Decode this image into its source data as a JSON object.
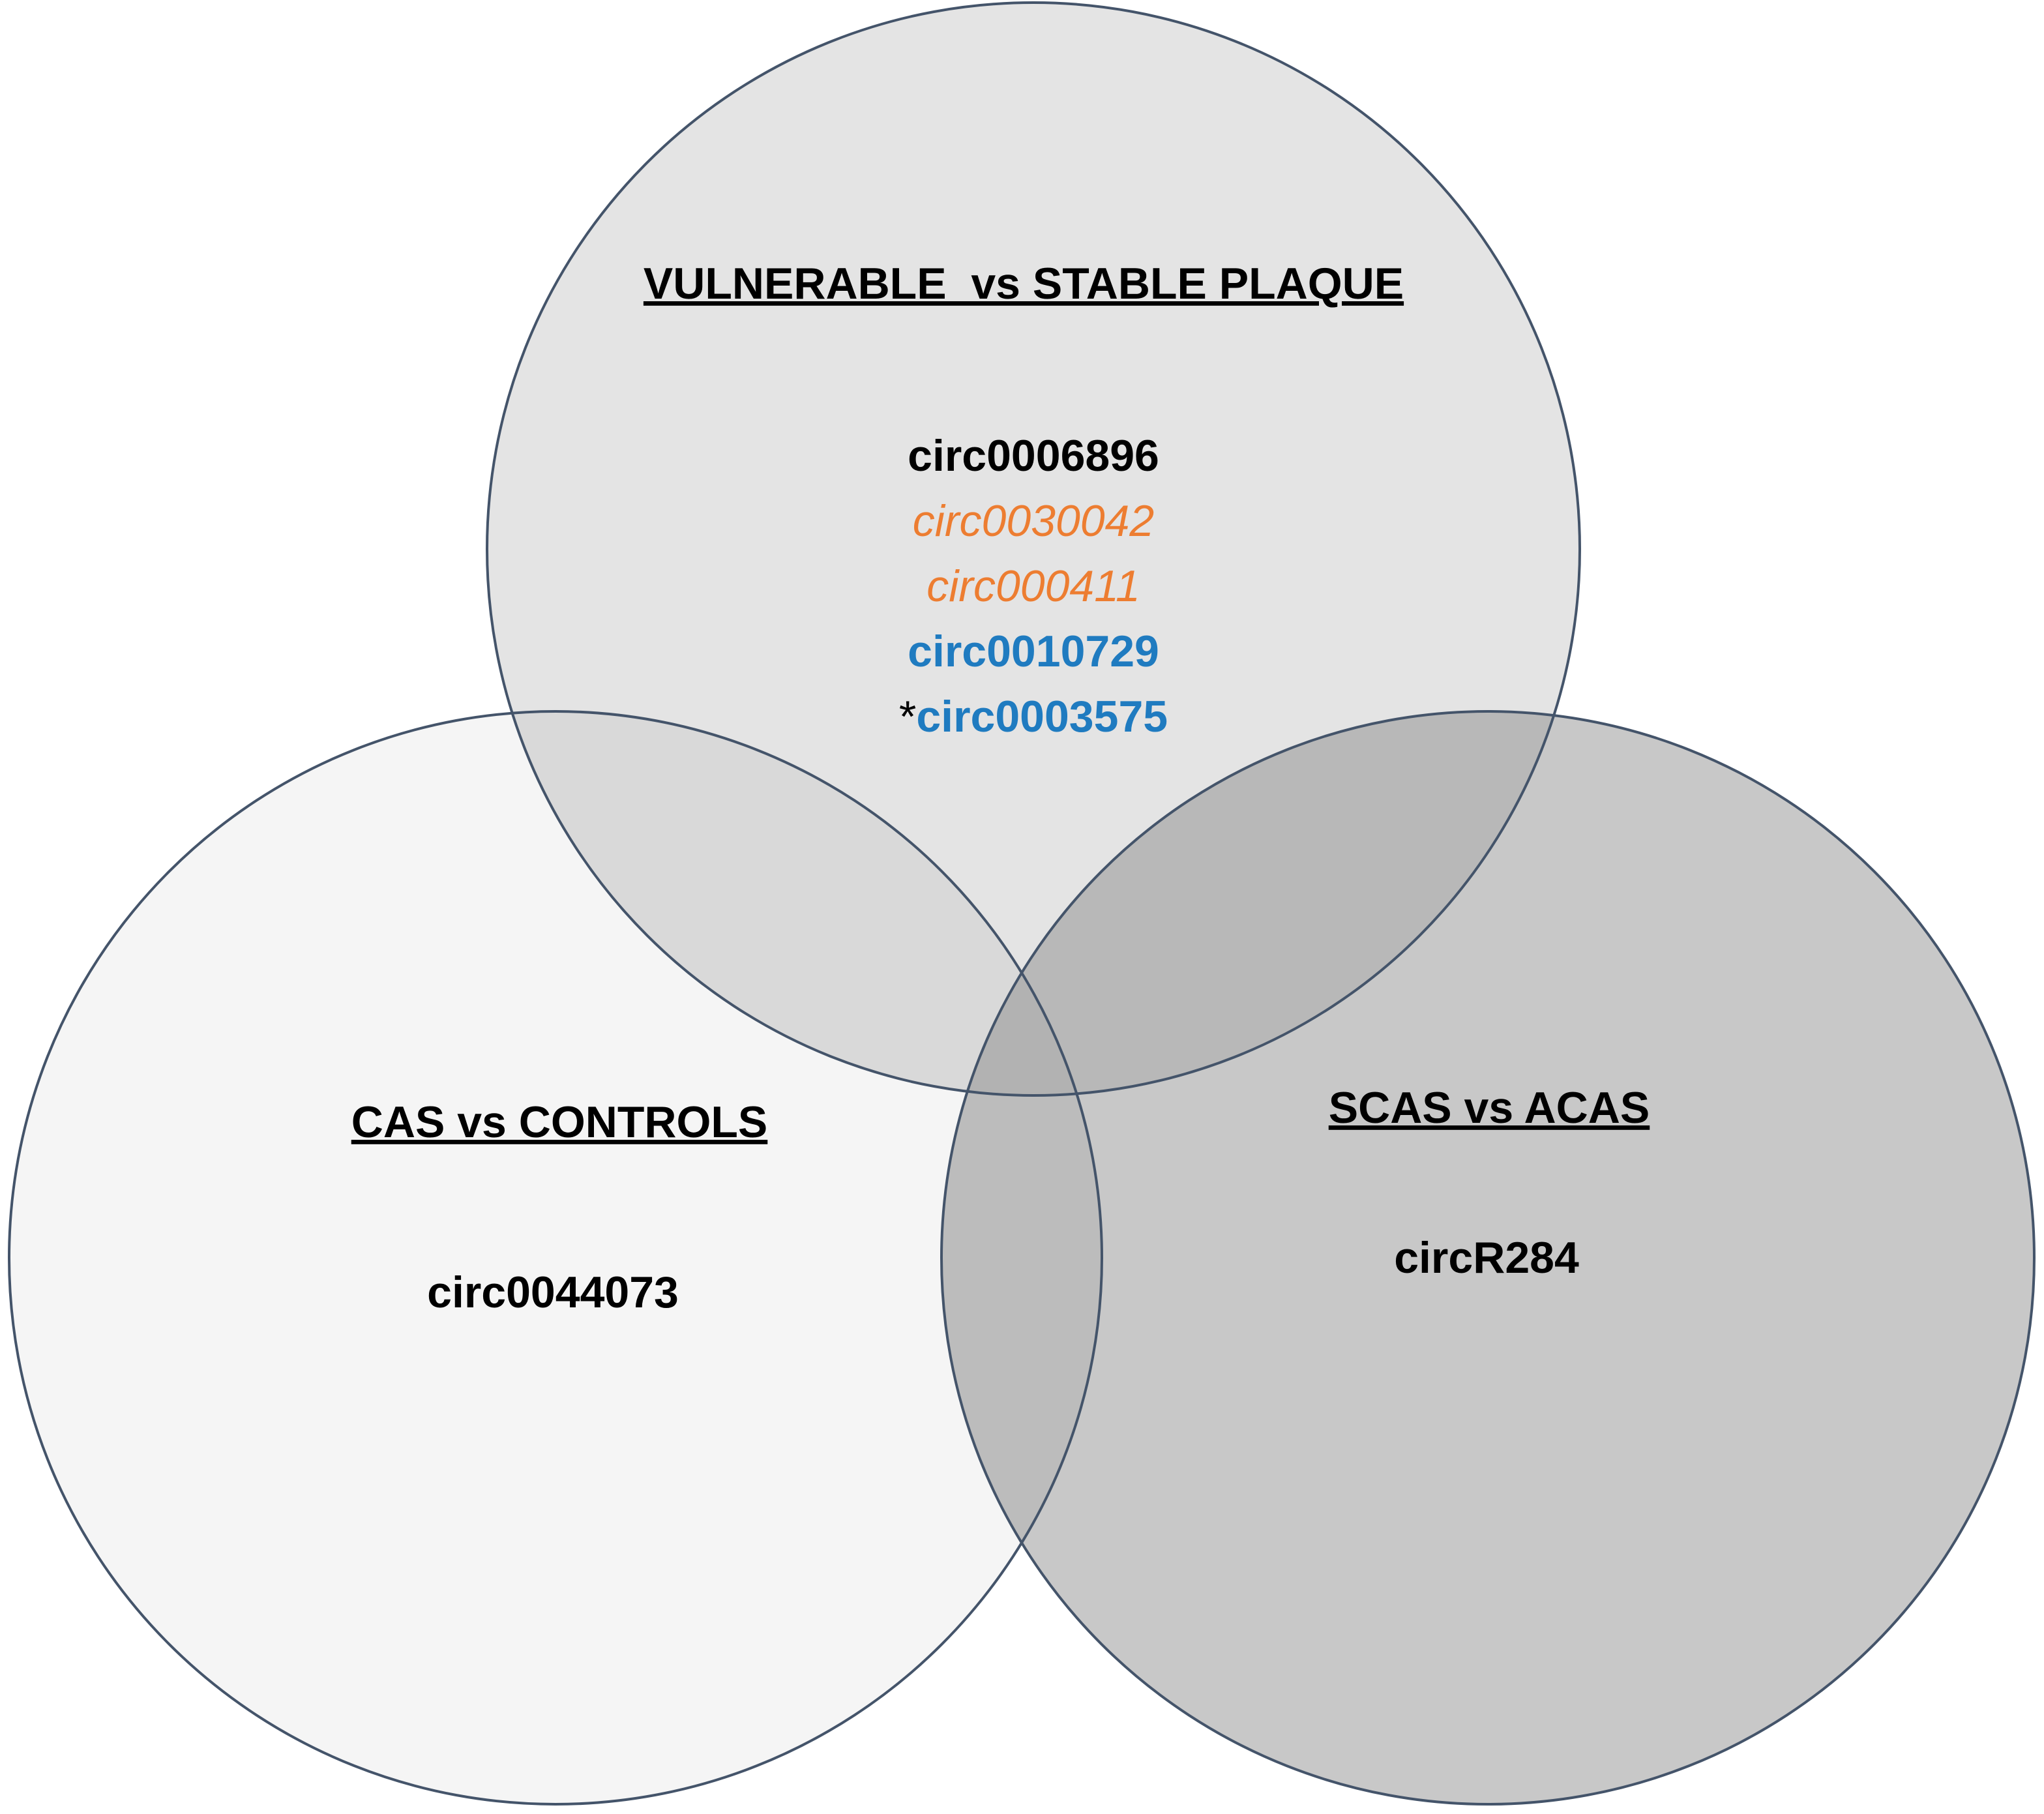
{
  "sets": [
    {
      "id": "vulnerable",
      "title": "VULNERABLE  vs STABLE PLAQUE",
      "fill_color": "#e4e4e4",
      "items": [
        {
          "prefix": "",
          "text": "circ0006896",
          "color": "#000000",
          "style": "bold"
        },
        {
          "prefix": "",
          "text": "circ0030042",
          "color": "#ed7d31",
          "style": "italic"
        },
        {
          "prefix": "",
          "text": "circ000411",
          "color": "#ed7d31",
          "style": "italic"
        },
        {
          "prefix": "",
          "text": "circ0010729",
          "color": "#1f7bc0",
          "style": "bold"
        },
        {
          "prefix": "*",
          "text": "circ0003575",
          "color": "#1f7bc0",
          "style": "bold"
        }
      ]
    },
    {
      "id": "cas",
      "title": "CAS vs CONTROLS",
      "fill_color": "#f5f5f5",
      "items": [
        {
          "prefix": "",
          "text": "circ0044073",
          "color": "#000000",
          "style": "bold"
        }
      ]
    },
    {
      "id": "scas",
      "title": "SCAS vs ACAS",
      "fill_color": "#c8c8c8",
      "items": [
        {
          "prefix": "",
          "text": "circR284",
          "color": "#000000",
          "style": "bold"
        }
      ]
    }
  ],
  "colors": {
    "outline": "#44546a",
    "overlap_top_left": "#d9d9d9",
    "overlap_top_right": "#b8b8b8",
    "overlap_bottom": "#bcbcbc",
    "overlap_center": "#b2b2b2"
  }
}
